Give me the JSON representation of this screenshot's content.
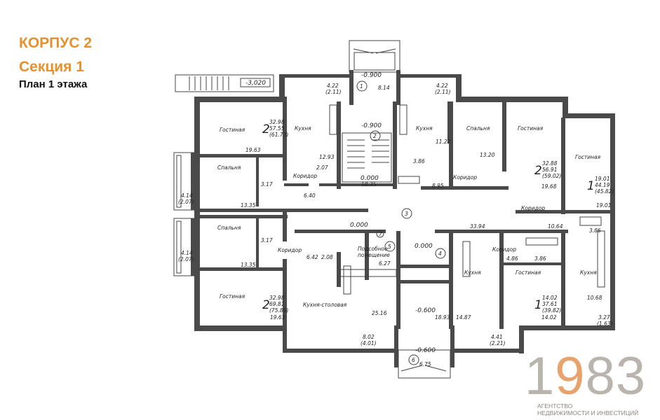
{
  "header": {
    "building": "КОРПУС 2",
    "section": "Секция 1",
    "plan": "План 1 этажа"
  },
  "logo": {
    "d1": "1",
    "d2": "9",
    "d3": "8",
    "d4": "3",
    "line1": "АГЕНТСТВО",
    "line2": "НЕДВИЖИМОСТИ И ИНВЕСТИЦИЙ"
  },
  "colors": {
    "accent": "#e8902e",
    "logo_gray": "#b9b4ad",
    "logo_orange": "#e8a26b",
    "wall": "#4a4a4a"
  },
  "labels": {
    "lv_3020": "-3,020",
    "lv_0900a": "-0.900",
    "lv_0900b": "-0.900",
    "lv_0000a": "0.000",
    "lv_0000b": "0.000",
    "lv_0000c": "0.000",
    "lv_0600a": "-0.600",
    "lv_0600b": "-0.600",
    "gost_tl": "Гостиная",
    "kux_tl": "Кухня",
    "kux_tm": "Кухня",
    "spal_tr": "Спальня",
    "gost_tr": "Гостиная",
    "gost_r": "Гостиная",
    "spal_l1": "Спальня",
    "spal_l2": "Спальня",
    "kor_l1": "Коридор",
    "kor_l2": "Коридор",
    "kor_m": "Коридор",
    "kor_r": "Коридор",
    "kor_r2": "Коридор",
    "gost_bl": "Гостиная",
    "kuxst": "Кухня-столовая",
    "podsob1": "Подсобное",
    "podsob2": "помещение",
    "kux_bm": "Кухня",
    "gost_br": "Гостиная",
    "kux_br": "Кухня",
    "a1_n": "2",
    "a1_v1": "32.98",
    "a1_v2": "57.55",
    "a1_v3": "(61.73)",
    "a2_n": "2",
    "a2_v1": "32.88",
    "a2_v2": "56.91",
    "a2_v3": "(59.02)",
    "a3_n": "1",
    "a3_v1": "19.01",
    "a3_v2": "44.19",
    "a3_v3": "(45.82)",
    "a4_n": "2",
    "a4_v1": "32.98",
    "a4_v2": "69.81",
    "a4_v3": "(75.89)",
    "a5_n": "1",
    "a5_v1": "14.02",
    "a5_v2": "37.61",
    "a5_v3": "(39.82)",
    "n_422a": "4.22",
    "n_211a": "(2.11)",
    "n_814": "8.14",
    "n_422b": "4.22",
    "n_211b": "(2.11)",
    "n_1963a": "19.63",
    "n_1293": "12.93",
    "n_207": "2.07",
    "n_1122": "11.22",
    "n_1320": "13.20",
    "n_386a": "3.86",
    "n_1968": "19.68",
    "n_317a": "3.17",
    "n_640": "6.40",
    "n_1835": "18.35",
    "n_895": "8.95",
    "n_1901": "19.01",
    "n_1335a": "13.35",
    "n_414a": "4.14",
    "n_207a": "(2.07)",
    "n_3394": "33.94",
    "n_1064": "10.64",
    "n_386b": "3.86",
    "n_317b": "3.17",
    "n_642": "6.42",
    "n_208": "2.08",
    "n_627": "6.27",
    "n_486": "4.86",
    "n_386c": "3.86",
    "n_414b": "4.14",
    "n_207b": "(2.07)",
    "n_1335b": "13.35",
    "n_1068": "10.68",
    "n_2516": "25.16",
    "n_1963b": "19.63",
    "n_1893": "18.93",
    "n_1487": "14.87",
    "n_1402": "14.02",
    "n_327": "3.27",
    "n_163": "(1.63)",
    "n_802": "8.02",
    "n_401": "(4.01)",
    "n_441": "4.41",
    "n_221": "(2.21)",
    "n_675": "6.75",
    "s1": "1",
    "s2": "2",
    "s3": "3",
    "s4": "4",
    "s5": "5",
    "s6": "6",
    "s7": "7"
  }
}
